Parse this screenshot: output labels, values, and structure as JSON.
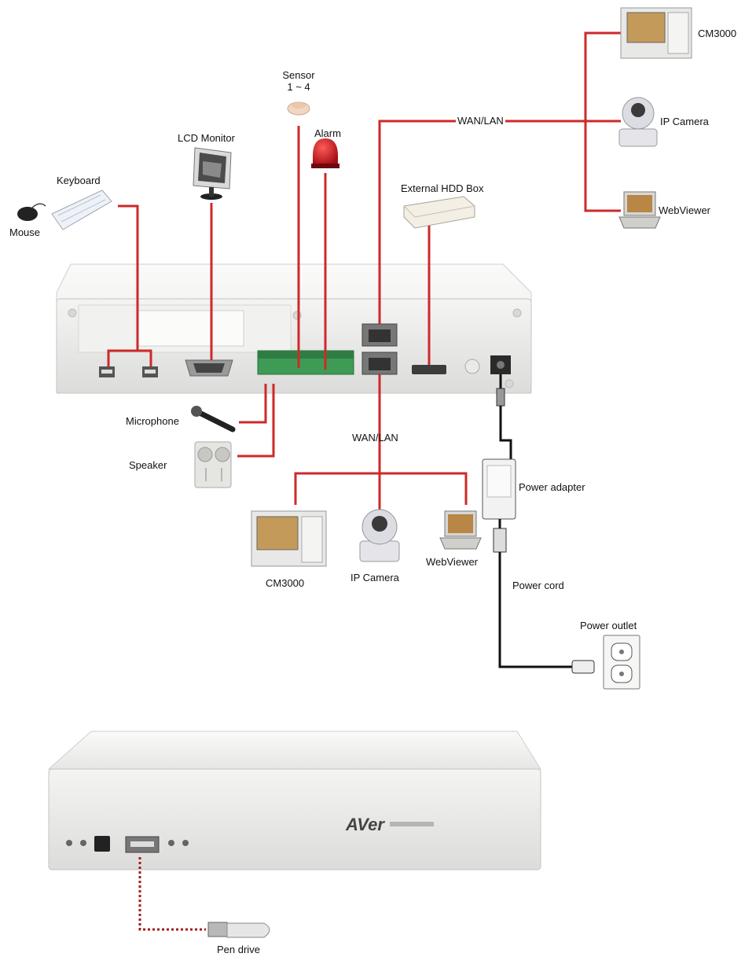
{
  "labels": {
    "cm3000_top": "CM3000",
    "ip_camera_top": "IP Camera",
    "webviewer_top": "WebViewer",
    "wan_lan_top": "WAN/LAN",
    "sensor_line1": "Sensor",
    "sensor_line2": "1 ~ 4",
    "alarm": "Alarm",
    "lcd_monitor": "LCD Monitor",
    "keyboard": "Keyboard",
    "mouse": "Mouse",
    "external_hdd": "External HDD Box",
    "microphone": "Microphone",
    "speaker": "Speaker",
    "wan_lan_bottom": "WAN/LAN",
    "cm3000_bottom": "CM3000",
    "ip_camera_bottom": "IP Camera",
    "webviewer_bottom": "WebViewer",
    "power_adapter": "Power adapter",
    "power_cord": "Power cord",
    "power_outlet": "Power outlet",
    "pen_drive": "Pen drive",
    "brand": "AVer"
  },
  "colors": {
    "cable_red": "#cc2a2a",
    "cable_black": "#111111",
    "device_body": "#e9e9e7",
    "device_edge": "#c9c9c6",
    "port_green": "#3e9b55"
  }
}
